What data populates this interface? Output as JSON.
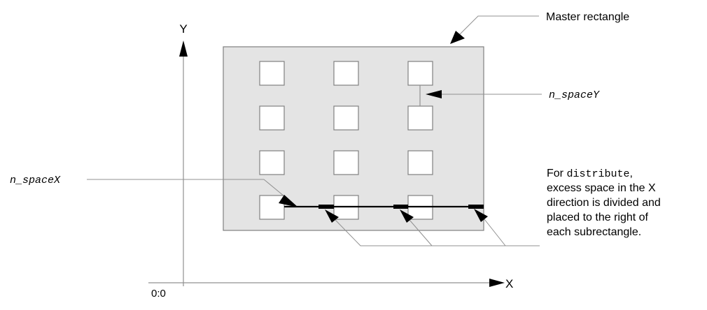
{
  "axes": {
    "y_label": "Y",
    "x_label": "X",
    "origin_label": "0:0"
  },
  "labels": {
    "master_rectangle": "Master rectangle",
    "n_space_y": "n_spaceY",
    "n_space_x": "n_spaceX"
  },
  "note": {
    "line1_prefix": "For ",
    "line1_code": "distribute",
    "line1_suffix": ",",
    "line2": "excess space in the X",
    "line3": "direction is divided and",
    "line4": "placed to the right of",
    "line5": "each subrectangle."
  },
  "grid": {
    "columns": 3,
    "rows": 4
  },
  "colors": {
    "master_fill": "#e4e4e4",
    "master_stroke": "#808080",
    "subrect_fill": "#ffffff",
    "subrect_stroke": "#808080",
    "line": "#909090",
    "arrow": "#000000"
  }
}
